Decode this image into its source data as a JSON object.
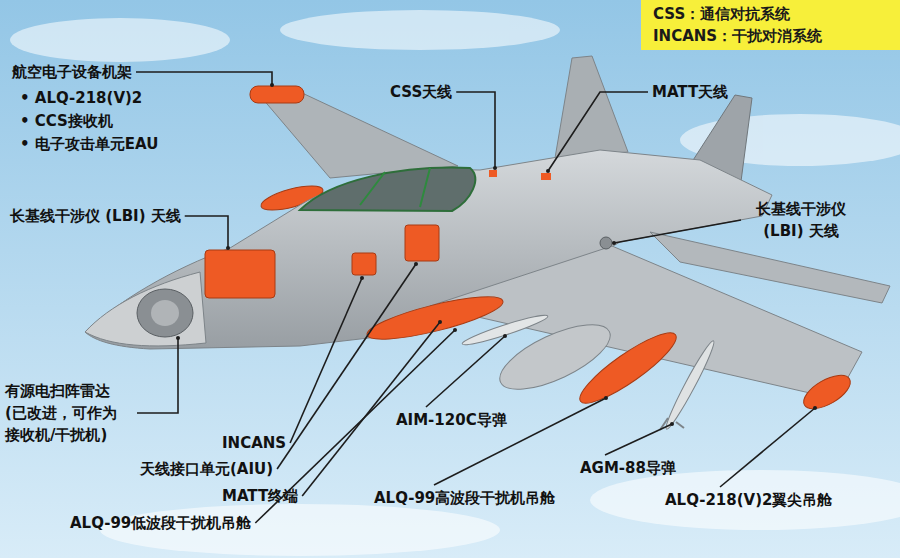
{
  "diagram": {
    "nodes": [
      {
        "text": [
          "CSS：通信对抗系统",
          "INCANS：干扰对消系统"
        ]
      }
    ],
    "labels": [
      "航空电子设备机架",
      "• ALQ-218(V)2",
      "• CCS接收机",
      "• 电子攻击单元EAU",
      "CSS天线",
      "MATT天线",
      "长基线干涉仪 (LBI) 天线",
      "长基线干涉仪 (LBI) 天线",
      "有源电扫阵雷达 (已改进，可作为 接收机/干扰机)",
      "INCANS",
      "天线接口单元(AIU)",
      "MATT终端",
      "ALQ-99低波段干扰机吊舱",
      "AIM-120C导弹",
      "AGM-88导弹",
      "ALQ-99高波段干扰机吊舱",
      "ALQ-218(V)2翼尖吊舱"
    ]
  }
}
